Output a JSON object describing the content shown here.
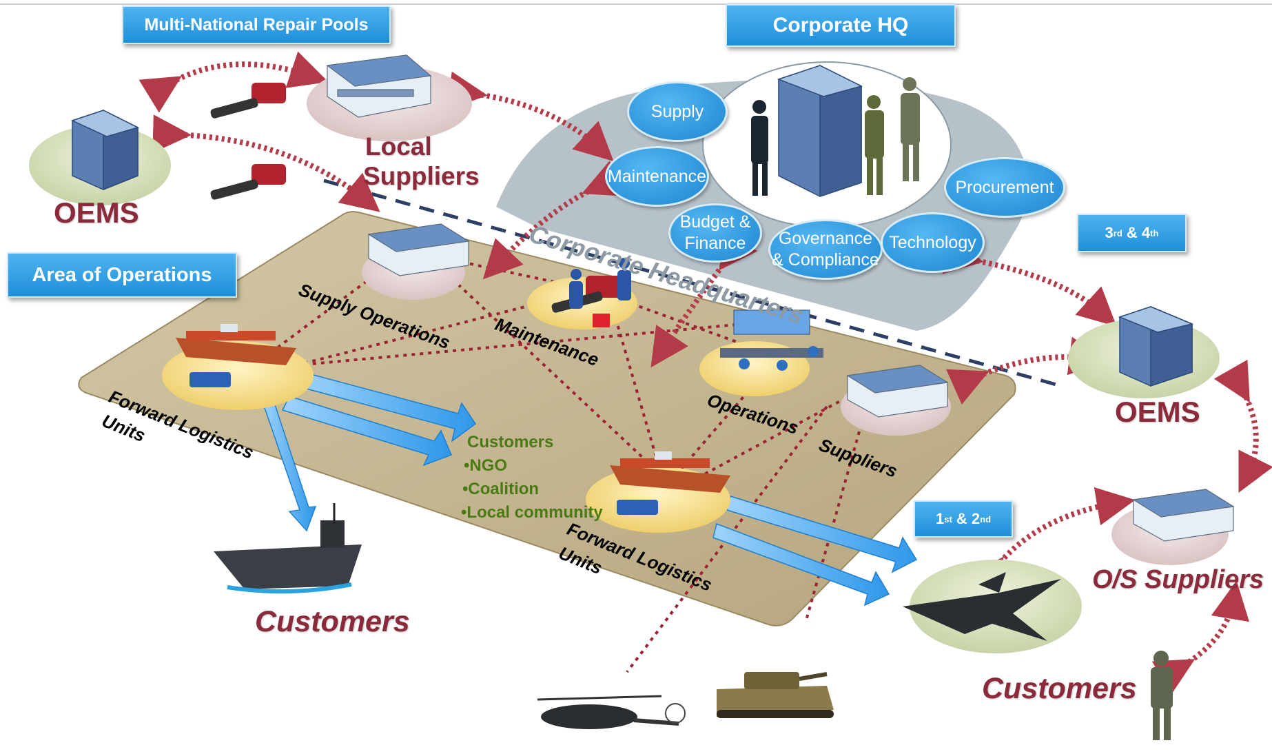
{
  "boxes": {
    "multi_national": "Multi-National Repair Pools",
    "corporate_hq": "Corporate HQ",
    "area_ops": "Area of Operations",
    "third_fourth": "3rd & 4th",
    "first_second": "1st & 2nd"
  },
  "hq": {
    "watermark": "Corporate Headquarters",
    "supply": "Supply",
    "maintenance": "Maintenance",
    "budget_line1": "Budget &",
    "budget_line2": "Finance",
    "governance_line1": "Governance",
    "governance_line2": "& Compliance",
    "technology": "Technology",
    "procurement": "Procurement"
  },
  "labels": {
    "local_suppliers_1": "Local",
    "local_suppliers_2": "Suppliers",
    "oems_left": "OEMS",
    "oems_right": "OEMS",
    "os_suppliers": "O/S Suppliers",
    "customers_left": "Customers",
    "customers_right": "Customers",
    "supply_operations": "Supply Operations",
    "maintenance_area": "Maintenance",
    "operations": "Operations",
    "suppliers": "Suppliers",
    "fwd_log_1a": "Forward Logistics",
    "fwd_log_1b": "Units",
    "fwd_log_2a": "Forward Logistics",
    "fwd_log_2b": "Units"
  },
  "customer_list": {
    "title": "Customers",
    "items": [
      "•NGO",
      "•Coalition",
      "•Local community"
    ]
  },
  "colors": {
    "maroon_arrow": "#b33a48",
    "blue_arrow": "#3aa0ee",
    "platform": "#c6b894",
    "hq_cloud": "#a9b5bd",
    "node_pad": "#f5dc8a"
  }
}
